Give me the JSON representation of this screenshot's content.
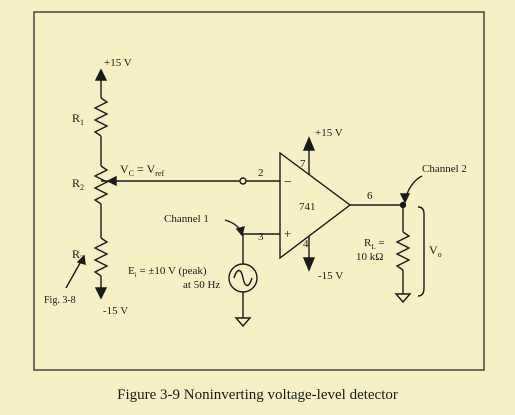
{
  "caption": "Figure 3-9 Noninverting voltage-level detector",
  "colors": {
    "background": "#f6f0c4",
    "ink": "#1a1a1a"
  },
  "labels": {
    "supply_pos_top": "+15 V",
    "supply_neg_bottom": "-15 V",
    "r1": "R",
    "r1_sub": "1",
    "r2": "R",
    "r2_sub": "2",
    "r3": "R",
    "r3_sub": "3",
    "vc_main": "V",
    "vc_sub": "C",
    "vc_eq": " = V",
    "vc_ref_sub": "ref",
    "fig_ref": "Fig. 3-8",
    "pin2": "2",
    "pin3": "3",
    "pin4": "4",
    "pin6": "6",
    "pin7": "7",
    "opamp_part": "741",
    "opamp_minus": "−",
    "opamp_plus": "+",
    "opamp_vpos": "+15 V",
    "opamp_vneg": "-15 V",
    "channel1": "Channel 1",
    "channel2": "Channel 2",
    "source_main": "E",
    "source_sub": "i",
    "source_value": " = ±10 V (peak)",
    "source_freq": "at 50 Hz",
    "rl_main": "R",
    "rl_sub": "L",
    "rl_eq": " =",
    "rl_value": "10 kΩ",
    "vo_main": "V",
    "vo_sub": "o"
  }
}
